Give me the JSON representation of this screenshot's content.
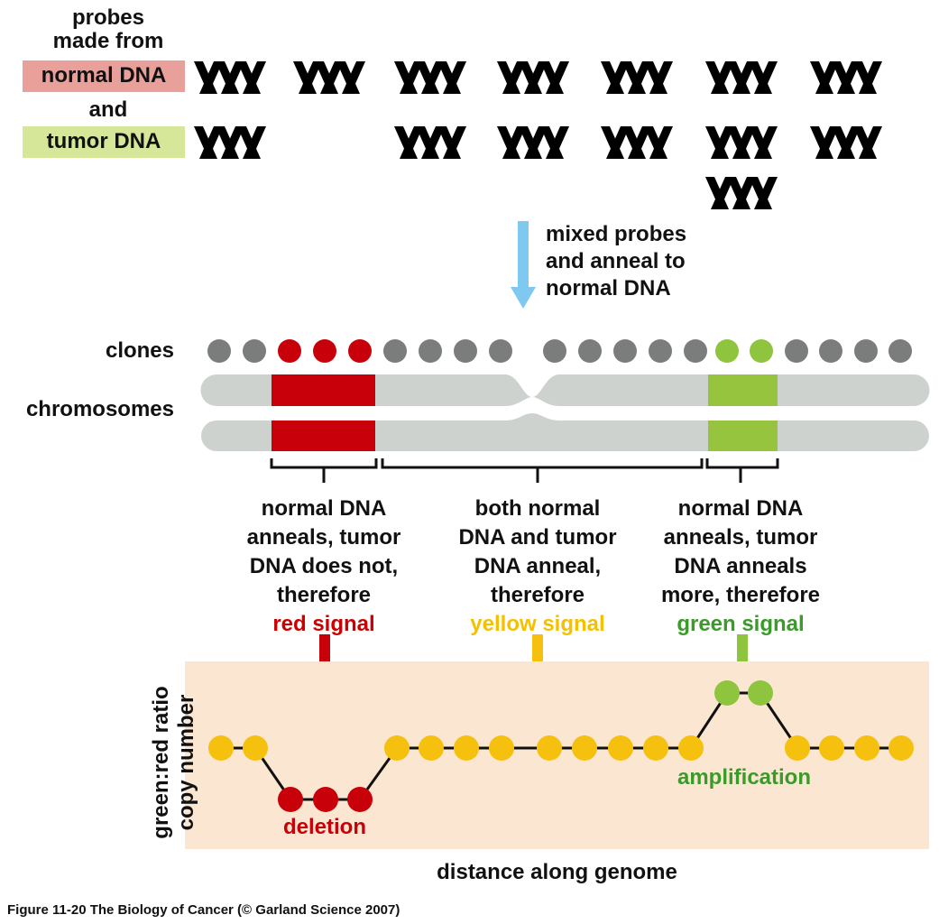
{
  "probes": {
    "heading_line1": "probes",
    "heading_line2": "made from",
    "normal_label": "normal DNA",
    "and_label": "and",
    "tumor_label": "tumor DNA"
  },
  "mix_step": [
    "mixed probes",
    "and anneal to",
    "normal DNA"
  ],
  "row_labels": {
    "clones": "clones",
    "chromosomes": "chromosomes"
  },
  "annotations": [
    {
      "lines": [
        "normal DNA",
        "anneals, tumor",
        "DNA does not,",
        "therefore"
      ],
      "signal": "red signal",
      "color": "#cc0000"
    },
    {
      "lines": [
        "both normal",
        "DNA and tumor",
        "DNA anneal,",
        "therefore"
      ],
      "signal": "yellow signal",
      "color": "#f5c000"
    },
    {
      "lines": [
        "normal DNA",
        "anneals, tumor",
        "DNA anneals",
        "more, therefore"
      ],
      "signal": "green signal",
      "color": "#3a9a2a"
    }
  ],
  "plot": {
    "ylabel_line1": "green:red ratio",
    "ylabel_line2": "copy number",
    "xlabel": "distance along genome",
    "deletion_label": "deletion",
    "amplification_label": "amplification"
  },
  "colors": {
    "red": "#c8000a",
    "yellow": "#f5c10e",
    "green": "#8fc43f",
    "grey": "#7a7d7b",
    "chromosome": "#cdd2cf",
    "plot_bg": "#fbe6d1",
    "arrow_blue": "#7fc8f0"
  },
  "caption": "Figure 11-20  The Biology of Cancer (© Garland Science 2007)"
}
